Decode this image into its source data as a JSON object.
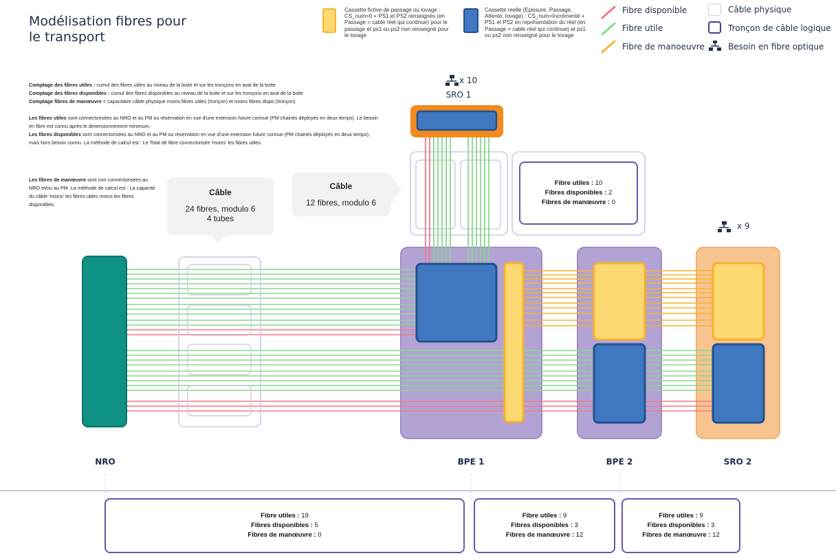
{
  "title": "Modélisation fibres pour le transport",
  "legend": {
    "cassette_fictive": "Cassette fictive de passage ou lovage : CS_num=0 + PS1 et PS2 renseignés (en Passage = cable réel qui continue) pour le passage et ps1 ou ps2 non renseigné pour le lovage",
    "cassette_reelle": "Cassette reelle (Epissure, Passage, Attente, lovage) : CS_num=Incrémenté + PS1 et PS2 en représentation du réel (en Passage = cable réel qui continue) et ps1 ou ps2 non renseigné pour le lovage",
    "fibre_disponible": "Fibre disponible",
    "fibre_utile": "Fibre utile",
    "fibre_manoeuvre": "Fibre de manoeuvre",
    "cable_physique": "Câble physique",
    "troncon_logique": "Tronçon de câble logique",
    "besoin_fibre": "Besoin en fibre optique"
  },
  "colors": {
    "fibre_disponible": "#f07a85",
    "fibre_utile": "#86d98b",
    "fibre_manoeuvre": "#f6b32b",
    "cassette_fictive": "#fdd972",
    "cassette_reelle": "#3f78c1",
    "cable_physique": "#cfc8e6",
    "troncon_logique": "#6a56a8",
    "nro": "#0f9183",
    "bpe": "#b3a3d4",
    "sro": "#f7c38f",
    "sro1_border": "#f28a1e"
  },
  "notes": [
    {
      "bold": "Comptage des fibres utiles :",
      "text": " cumul des fibres utiles au niveau de la boite et sur les tronçons en aval de la boite"
    },
    {
      "bold": "Comptage des fibres disponibles :",
      "text": " cumul des fibres disponibles au niveau de la boite et sur les tronçons en aval de la boite"
    },
    {
      "bold": "Comptage fibres de  manœuvre",
      "text": " = capacitaire câble physique moins fibres utiles (tronçon) et moins fibres dispo (tronçon)"
    },
    {
      "bold": "",
      "text": ""
    },
    {
      "bold": "Les fibres utiles",
      "text": " sont connectorisées au NRO et au PM ou réservation en vue d'une extension future connue (PM chainés déployés en deux temps). Le besoin en fibre est connu après le dimensionnement minimum."
    },
    {
      "bold": "Les fibres disponibles",
      "text": " sont connectorisées au NRO et au PM ou réservation en vue d'une extension future connue (PM chainés déployés en deux temps), mais hors besoin connu. La méthode de calcul est : Le Total de fibre connectorisée 'moins' les fibres utiles."
    }
  ],
  "note_manoeuvre": {
    "bold": "Les fibres de manœuvre",
    "text": " sont non connectorisées au NRO et/ou au PM. La méthode de calcul est : La capacité du câble 'moins' les fibres utiles moins les fibres disponibles."
  },
  "callout_cable_24": {
    "title": "Câble",
    "line1": "24 fibres, modulo 6",
    "line2": "4 tubes"
  },
  "callout_cable_12": {
    "title": "Câble",
    "line1": "12 fibres, modulo 6"
  },
  "sro1": {
    "label": "SRO 1",
    "need": "x 10"
  },
  "sro2": {
    "need": "x 9"
  },
  "sro1_stats": {
    "utiles_label": "Fibre utiles :",
    "utiles": "10",
    "dispo_label": "Fibres disponibles :",
    "dispo": "2",
    "man_label": "Fibres de manœuvre :",
    "man": "0"
  },
  "nodes": {
    "nro": "NRO",
    "bpe1": "BPE 1",
    "bpe2": "BPE 2",
    "sro2": "SRO 2"
  },
  "bottom_stats": [
    {
      "utiles_label": "Fibre utiles :",
      "utiles": "19",
      "dispo_label": "Fibres disponibles :",
      "dispo": "5",
      "man_label": "Fibres de manœuvre :",
      "man": "0"
    },
    {
      "utiles_label": "Fibre utiles :",
      "utiles": "9",
      "dispo_label": "Fibres disponibles :",
      "dispo": "3",
      "man_label": "Fibres de manœuvre :",
      "man": "12"
    },
    {
      "utiles_label": "Fibre utiles :",
      "utiles": "9",
      "dispo_label": "Fibres disponibles :",
      "dispo": "3",
      "man_label": "Fibres de manœuvre :",
      "man": "12"
    }
  ]
}
